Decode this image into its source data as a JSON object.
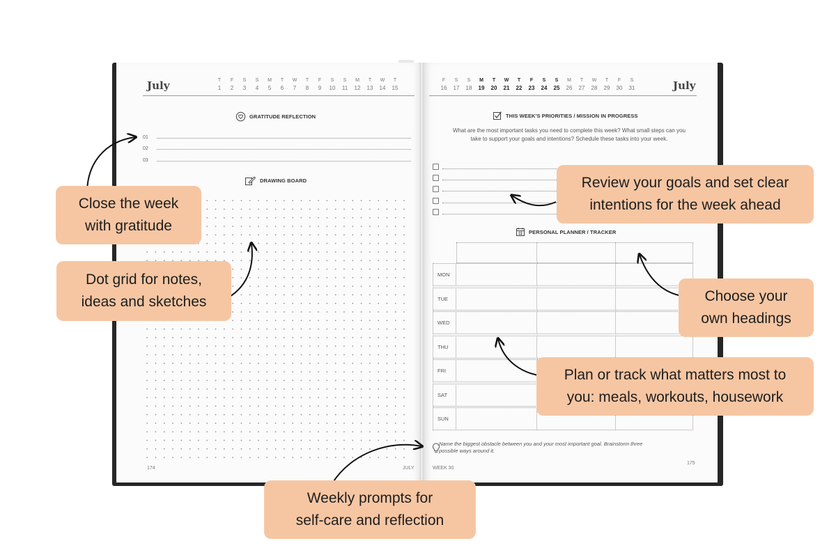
{
  "left_page": {
    "month": "July",
    "calendar": [
      {
        "d": "T",
        "n": "1"
      },
      {
        "d": "F",
        "n": "2"
      },
      {
        "d": "S",
        "n": "3"
      },
      {
        "d": "S",
        "n": "4"
      },
      {
        "d": "M",
        "n": "5"
      },
      {
        "d": "T",
        "n": "6"
      },
      {
        "d": "W",
        "n": "7"
      },
      {
        "d": "T",
        "n": "8"
      },
      {
        "d": "F",
        "n": "9"
      },
      {
        "d": "S",
        "n": "10"
      },
      {
        "d": "S",
        "n": "11"
      },
      {
        "d": "M",
        "n": "12"
      },
      {
        "d": "T",
        "n": "13"
      },
      {
        "d": "W",
        "n": "14"
      },
      {
        "d": "T",
        "n": "15"
      }
    ],
    "gratitude_title": "GRATITUDE REFLECTION",
    "gratitude_lines": [
      "01",
      "02",
      "03"
    ],
    "drawing_title": "DRAWING BOARD",
    "page_number": "174",
    "footer_month": "JULY"
  },
  "right_page": {
    "month": "July",
    "calendar": [
      {
        "d": "F",
        "n": "16",
        "bold": false
      },
      {
        "d": "S",
        "n": "17",
        "bold": false
      },
      {
        "d": "S",
        "n": "18",
        "bold": false
      },
      {
        "d": "M",
        "n": "19",
        "bold": true
      },
      {
        "d": "T",
        "n": "20",
        "bold": true
      },
      {
        "d": "W",
        "n": "21",
        "bold": true
      },
      {
        "d": "T",
        "n": "22",
        "bold": true
      },
      {
        "d": "F",
        "n": "23",
        "bold": true
      },
      {
        "d": "S",
        "n": "24",
        "bold": true
      },
      {
        "d": "S",
        "n": "25",
        "bold": true
      },
      {
        "d": "M",
        "n": "26",
        "bold": false
      },
      {
        "d": "T",
        "n": "27",
        "bold": false
      },
      {
        "d": "W",
        "n": "28",
        "bold": false
      },
      {
        "d": "T",
        "n": "29",
        "bold": false
      },
      {
        "d": "F",
        "n": "30",
        "bold": false
      },
      {
        "d": "S",
        "n": "31",
        "bold": false
      }
    ],
    "priorities_title": "THIS WEEK'S PRIORITIES / MISSION IN PROGRESS",
    "questions": [
      "What are the most important tasks you need to complete this week?",
      "What small steps can you take to support your goals and intentions?",
      "Schedule these tasks into your week."
    ],
    "planner_title": "PERSONAL PLANNER / TRACKER",
    "days": [
      "MON",
      "TUE",
      "WED",
      "THU",
      "FRI",
      "SAT",
      "SUN"
    ],
    "prompt": "Name the biggest obstacle between you and your most important goal. Brainstorm three possible ways around it.",
    "week_label": "WEEK 30",
    "page_number": "175"
  },
  "callouts": {
    "gratitude": [
      "Close the week",
      "with gratitude"
    ],
    "dotgrid": [
      "Dot grid for notes,",
      "ideas and sketches"
    ],
    "goals": [
      "Review your goals and set clear",
      "intentions for the week ahead"
    ],
    "headings": [
      "Choose your",
      "own headings"
    ],
    "planner": [
      "Plan or track what matters most to",
      "you: meals, workouts, housework"
    ],
    "prompts": [
      "Weekly prompts for",
      "self-care and reflection"
    ]
  },
  "colors": {
    "callout_bg": "#f6c6a3",
    "cover": "#262626",
    "paper": "#fbfbfb"
  },
  "icons": {
    "gratitude": "heart-chat-icon",
    "drawing": "pencil-paper-icon",
    "priorities": "checkbox-icon",
    "planner": "calendar-icon",
    "prompt": "lightbulb-icon"
  }
}
